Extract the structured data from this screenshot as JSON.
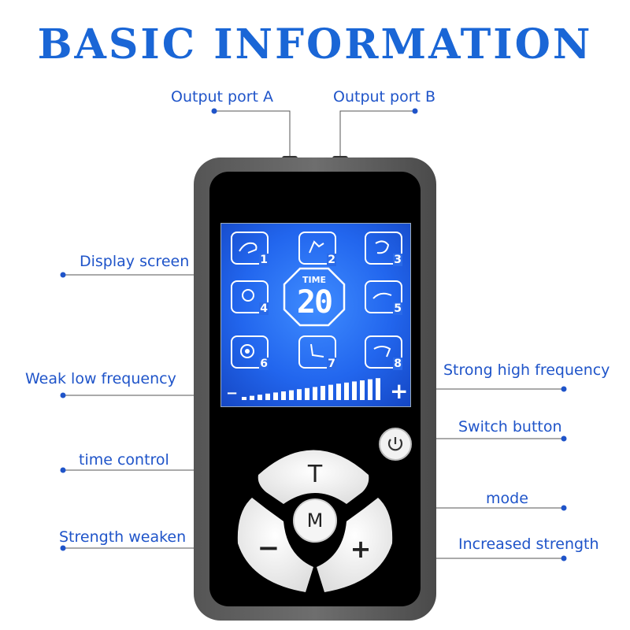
{
  "title": "BASIC INFORMATION",
  "labels": {
    "output_a": "Output port A",
    "output_b": "Output port B",
    "display": "Display screen",
    "weak": "Weak low frequency",
    "strong": "Strong high frequency",
    "switch": "Switch button",
    "time_control": "time control",
    "mode": "mode",
    "strength_weaken": "Strength weaken",
    "increased_strength": "Increased strength"
  },
  "screen": {
    "time_label": "TIME",
    "time_value": "20",
    "modes": [
      "1",
      "2",
      "3",
      "4",
      "5",
      "6",
      "7",
      "8"
    ],
    "minus": "−",
    "plus": "+",
    "strength_level": 1.0
  },
  "buttons": {
    "t": "T",
    "m": "M",
    "minus": "−",
    "plus": "+",
    "power_icon": "power-icon"
  },
  "colors": {
    "title": "#1a66d6",
    "label": "#1f54c9",
    "screen": "#2266ee"
  }
}
